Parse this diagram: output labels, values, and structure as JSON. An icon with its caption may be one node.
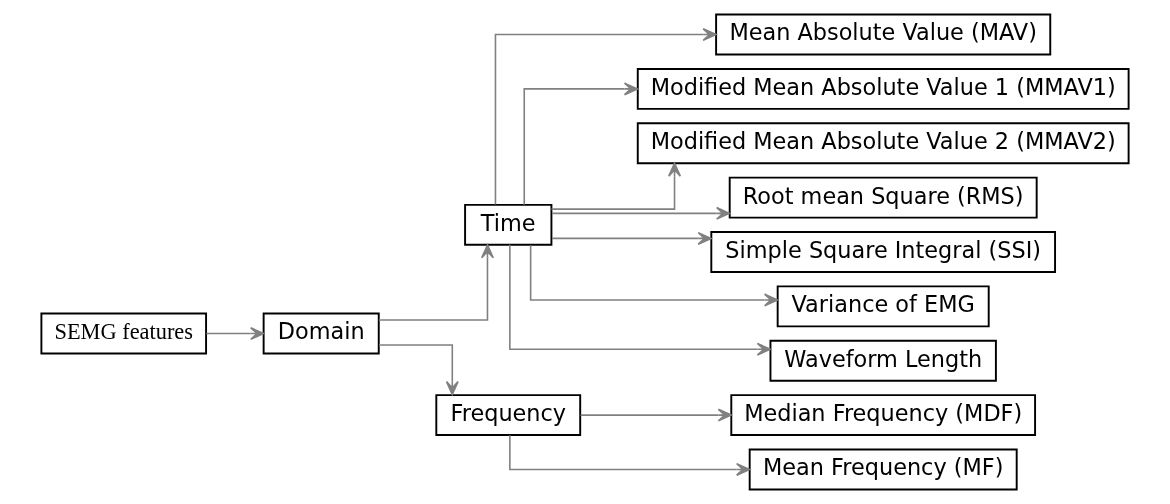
{
  "diagram": {
    "nodes": [
      {
        "text": [
          "SEMG features"
        ]
      },
      {
        "text": [
          "Domain"
        ]
      },
      {
        "text": [
          "Time"
        ]
      },
      {
        "text": [
          "Mean Absolute Value (MAV)"
        ]
      },
      {
        "text": [
          "Modified Mean Absolute Value 1 (MMAV1)"
        ]
      },
      {
        "text": [
          "Modified Mean Absolute Value 2 (MMAV2)"
        ]
      },
      {
        "text": [
          "Root mean Square (RMS)"
        ]
      },
      {
        "text": [
          "Simple Square Integral (SSI)"
        ]
      },
      {
        "text": [
          "Variance of EMG"
        ]
      },
      {
        "text": [
          "Waveform Length"
        ]
      },
      {
        "text": [
          "Frequency"
        ]
      },
      {
        "text": [
          "Median Frequency (MDF)"
        ]
      },
      {
        "text": [
          "Mean Frequency (MF)"
        ]
      }
    ],
    "edges": [
      {
        "from": 0,
        "to": 1,
        "arrow": "to"
      },
      {
        "from": 1,
        "to": 2,
        "arrow": "to"
      },
      {
        "from": 2,
        "to": 3,
        "arrow": "to"
      },
      {
        "from": 2,
        "to": 4,
        "arrow": "to"
      },
      {
        "from": 2,
        "to": 5,
        "arrow": "to"
      },
      {
        "from": 2,
        "to": 6,
        "arrow": "to"
      },
      {
        "from": 2,
        "to": 7,
        "arrow": "to"
      },
      {
        "from": 2,
        "to": 8,
        "arrow": "to"
      },
      {
        "from": 2,
        "to": 9,
        "arrow": "to"
      },
      {
        "from": 1,
        "to": 10,
        "arrow": "to"
      },
      {
        "from": 10,
        "to": 11,
        "arrow": "to"
      },
      {
        "from": 10,
        "to": 12,
        "arrow": "to"
      }
    ]
  }
}
